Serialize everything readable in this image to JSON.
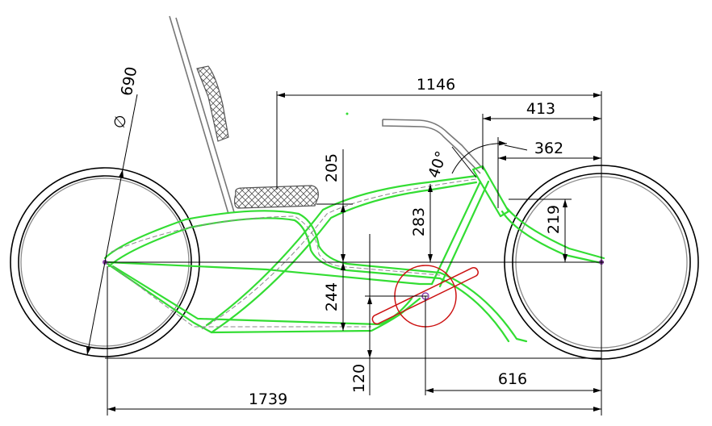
{
  "drawing": {
    "dimensions": {
      "wheel_diameter": "690",
      "wheel_diameter_symbol": "∅",
      "head_offset_top": "1146",
      "head_to_front_axle": "413",
      "fork_offset": "362",
      "head_angle": "40°",
      "seat_height": "205",
      "top_tube_height": "283",
      "axle_to_bb_drop": "244",
      "fork_drop": "219",
      "bb_height": "120",
      "bb_to_front_axle": "616",
      "wheelbase": "1739"
    },
    "colors": {
      "frame": "#33dd33",
      "chainring": "#cc1111",
      "crank": "#cc1111",
      "axle_marker": "#8e44ad",
      "tire": "#000000",
      "rim": "#8a8a8a",
      "dimension_line": "#000000"
    }
  }
}
